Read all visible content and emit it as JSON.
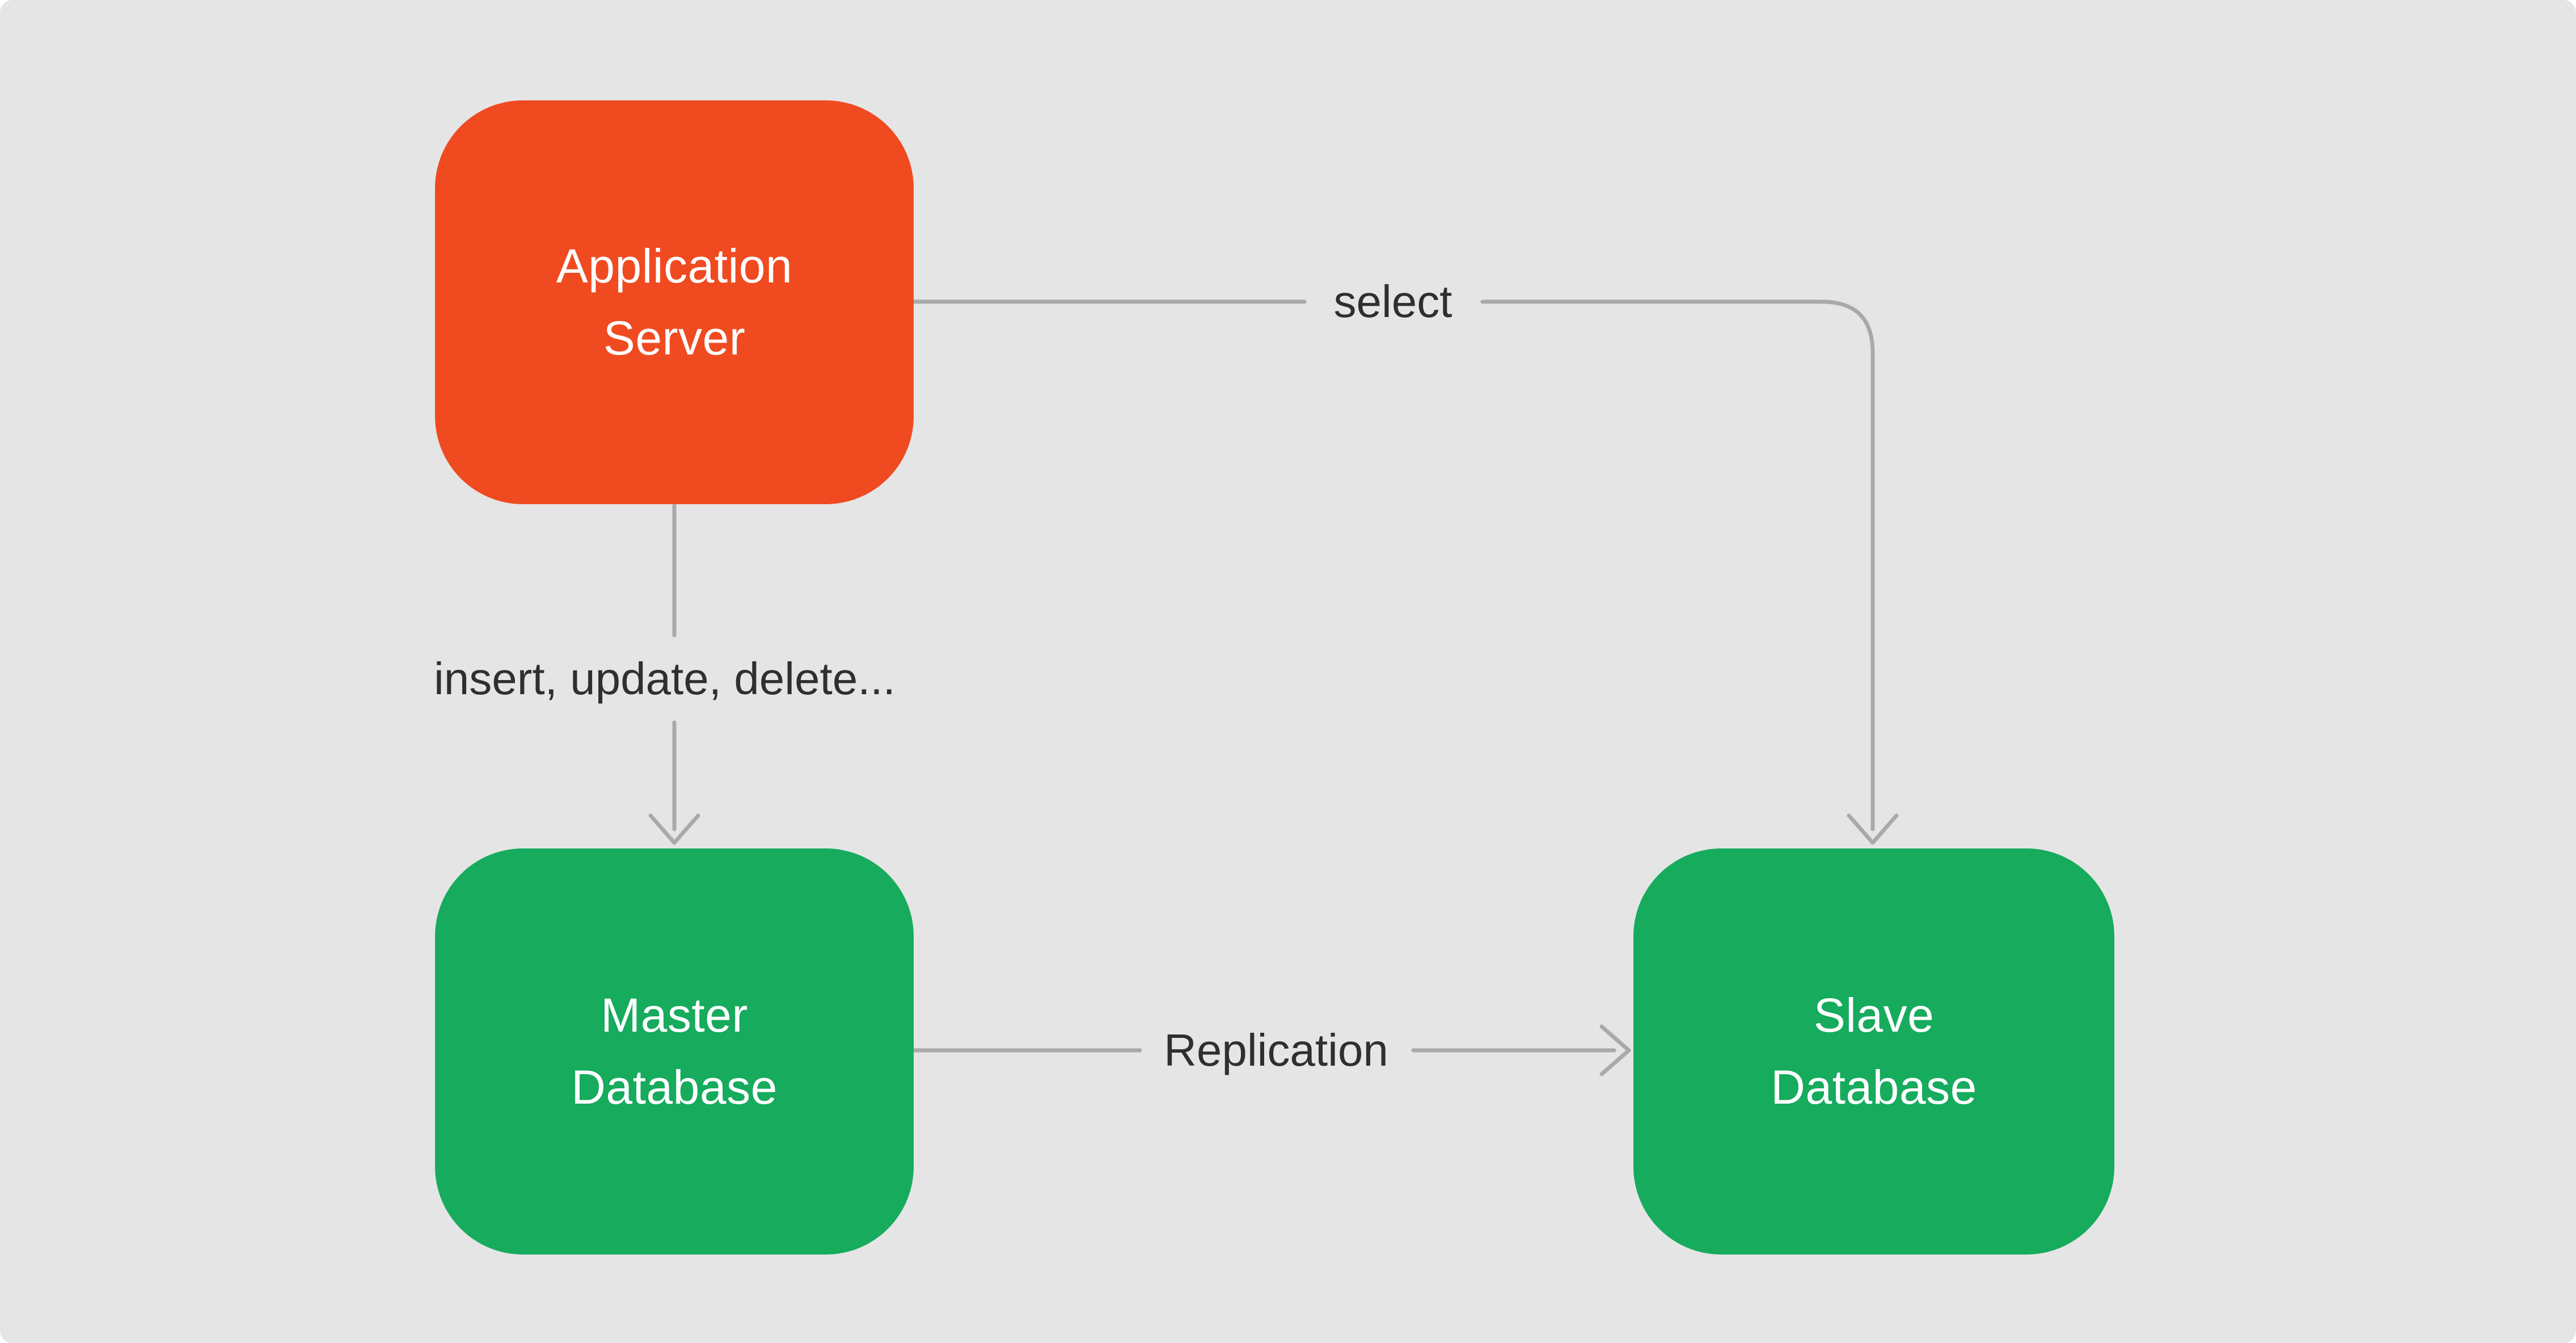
{
  "diagram": {
    "background_color": "#e5e5e6",
    "connector_color": "#a9a9a9",
    "edge_label_color": "#2f2f2f",
    "nodes": {
      "app_server": {
        "line1": "Application",
        "line2": "Server",
        "color": "#f04a21",
        "text_color": "#ffffff"
      },
      "master_db": {
        "line1": "Master",
        "line2": "Database",
        "color": "#16ab5d",
        "text_color": "#ffffff"
      },
      "slave_db": {
        "line1": "Slave",
        "line2": "Database",
        "color": "#16ab5d",
        "text_color": "#ffffff"
      }
    },
    "edges": {
      "select": {
        "label": "select",
        "from": "app_server",
        "to": "slave_db"
      },
      "insert": {
        "label": "insert, update, delete...",
        "from": "app_server",
        "to": "master_db"
      },
      "replication": {
        "label": "Replication",
        "from": "master_db",
        "to": "slave_db"
      }
    }
  }
}
